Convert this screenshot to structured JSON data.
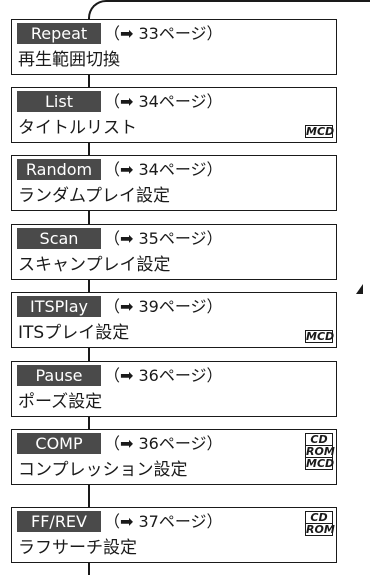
{
  "items": [
    {
      "label": "Repeat",
      "ref": "（➡ 33ページ）",
      "desc": "再生範囲切換",
      "badges": []
    },
    {
      "label": "List",
      "ref": "（➡ 34ページ）",
      "desc": "タイトルリスト",
      "badges": [
        "MCD"
      ]
    },
    {
      "label": "Random",
      "ref": "（➡ 34ページ）",
      "desc": "ランダムプレイ設定",
      "badges": []
    },
    {
      "label": "Scan",
      "ref": "（➡ 35ページ）",
      "desc": "スキャンプレイ設定",
      "badges": []
    },
    {
      "label": "ITSPlay",
      "ref": "（➡ 39ページ）",
      "desc": "ITSプレイ設定",
      "badges": [
        "MCD"
      ]
    },
    {
      "label": "Pause",
      "ref": "（➡ 36ページ）",
      "desc": "ポーズ設定",
      "badges": []
    },
    {
      "label": "COMP",
      "ref": "（➡ 36ページ）",
      "desc": "コンプレッション設定",
      "badges": [
        "CD",
        "ROM",
        "MCD"
      ]
    },
    {
      "label": "FF/REV",
      "ref": "（➡ 37ページ）",
      "desc": "ラフサーチ設定",
      "badges": [
        "CD",
        "ROM"
      ]
    }
  ],
  "colors": {
    "label_bg": "#4a4a4a",
    "label_fg": "#ffffff",
    "line": "#1a1a1a"
  }
}
